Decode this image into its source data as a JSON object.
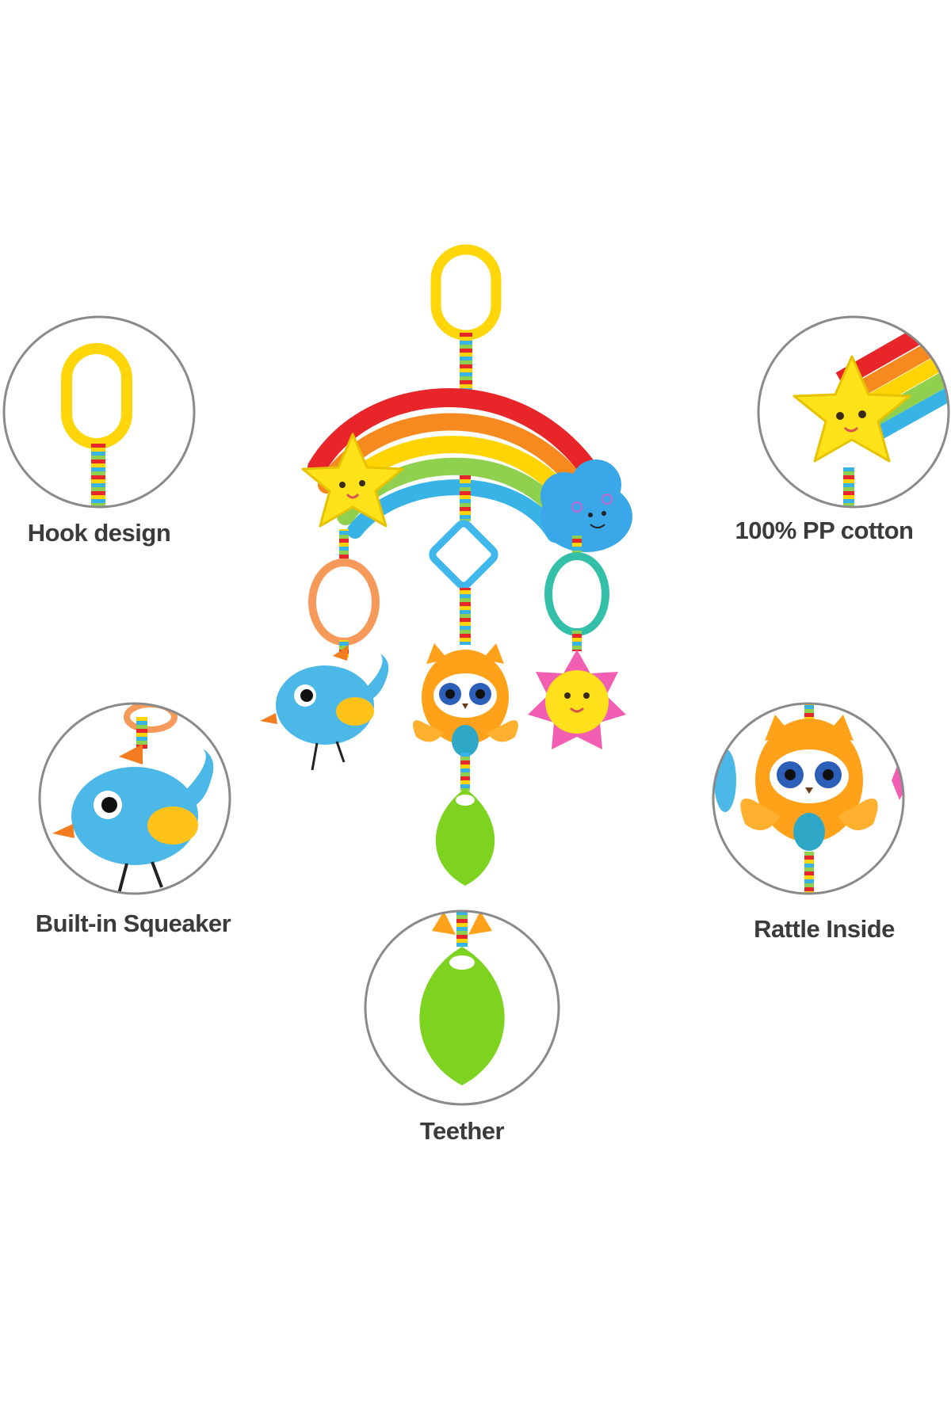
{
  "features": [
    {
      "id": "hook",
      "label": "Hook design",
      "icon": "hook-ring-icon"
    },
    {
      "id": "cotton",
      "label": "100% PP cotton",
      "icon": "star-rainbow-icon"
    },
    {
      "id": "squeaker",
      "label": "Built-in Squeaker",
      "icon": "bird-plush-icon"
    },
    {
      "id": "rattle",
      "label": "Rattle Inside",
      "icon": "owl-plush-icon"
    },
    {
      "id": "teether",
      "label": "Teether",
      "icon": "leaf-teether-icon"
    }
  ],
  "colors": {
    "rainbow": [
      "#e8262a",
      "#f68a1f",
      "#ffd400",
      "#8fd14f",
      "#37b3e6"
    ],
    "hook": "#ffd60a",
    "star": "#ffe21a",
    "cloud": "#3aa8e8",
    "bird": "#4cb8e8",
    "owl": "#ffa21a",
    "sun_petals": "#f25fb2",
    "teether": "#7ed321",
    "circle_border": "#8a8a8a",
    "label_text": "#3b3b3b"
  }
}
